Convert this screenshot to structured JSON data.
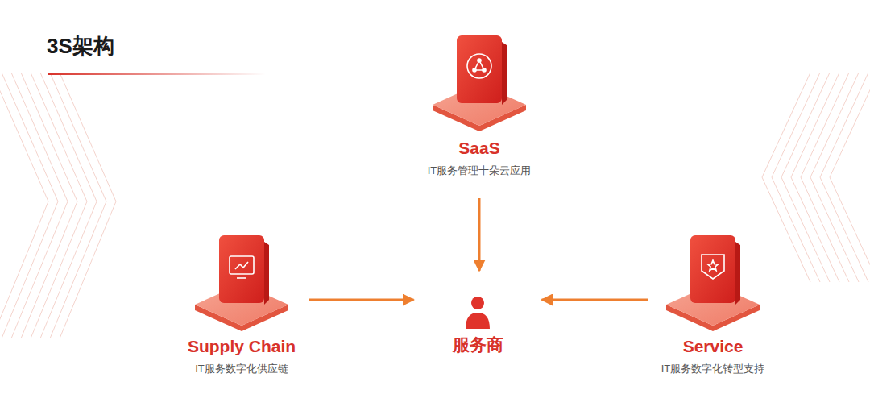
{
  "diagram": {
    "title": "3S架构",
    "nodes": [
      {
        "text": [
          "SaaS",
          "IT服务管理十朵云应用"
        ]
      },
      {
        "text": [
          "Supply Chain",
          "IT服务数字化供应链"
        ]
      },
      {
        "text": [
          "服务商"
        ]
      },
      {
        "text": [
          "Service",
          "IT服务数字化转型支持"
        ]
      }
    ],
    "edges": [
      {
        "from": 0,
        "to": 2,
        "arrow": "to"
      },
      {
        "from": 1,
        "to": 2,
        "arrow": "to"
      },
      {
        "from": 3,
        "to": 2,
        "arrow": "to"
      }
    ]
  }
}
